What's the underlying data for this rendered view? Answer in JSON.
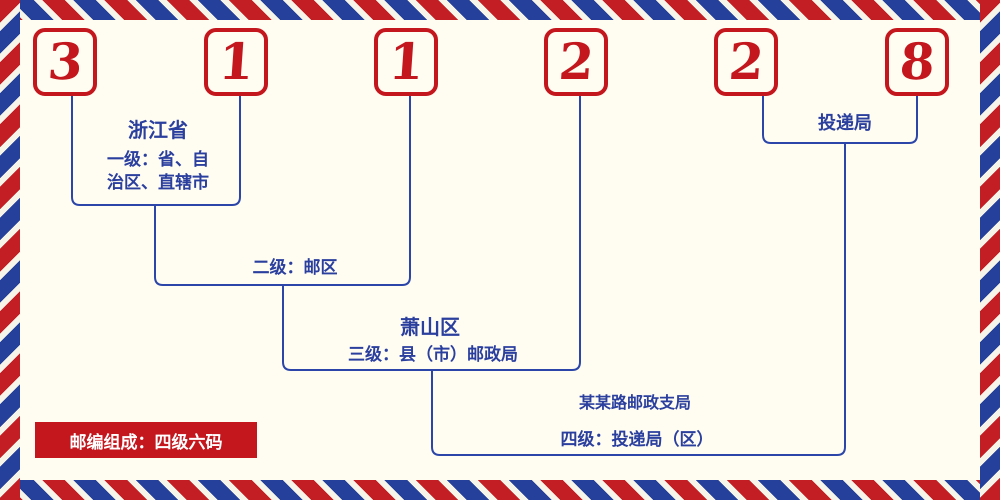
{
  "postal_code": {
    "digits": [
      "3",
      "1",
      "1",
      "2",
      "2",
      "8"
    ]
  },
  "labels": {
    "level1_region": "浙江省",
    "level1_desc_line1": "一级：省、自",
    "level1_desc_line2": "治区、直辖市",
    "level2_desc": "二级：邮区",
    "level3_region": "萧山区",
    "level3_desc": "三级：县（市）邮政局",
    "level4_branch": "某某路邮政支局",
    "level4_desc": "四级：投递局（区）",
    "delivery_office": "投递局",
    "composition_badge": "邮编组成：四级六码"
  },
  "colors": {
    "red": "#c4161d",
    "blue": "#2b3f9e",
    "line_blue": "#2b46a8",
    "background": "#fffdf2"
  }
}
